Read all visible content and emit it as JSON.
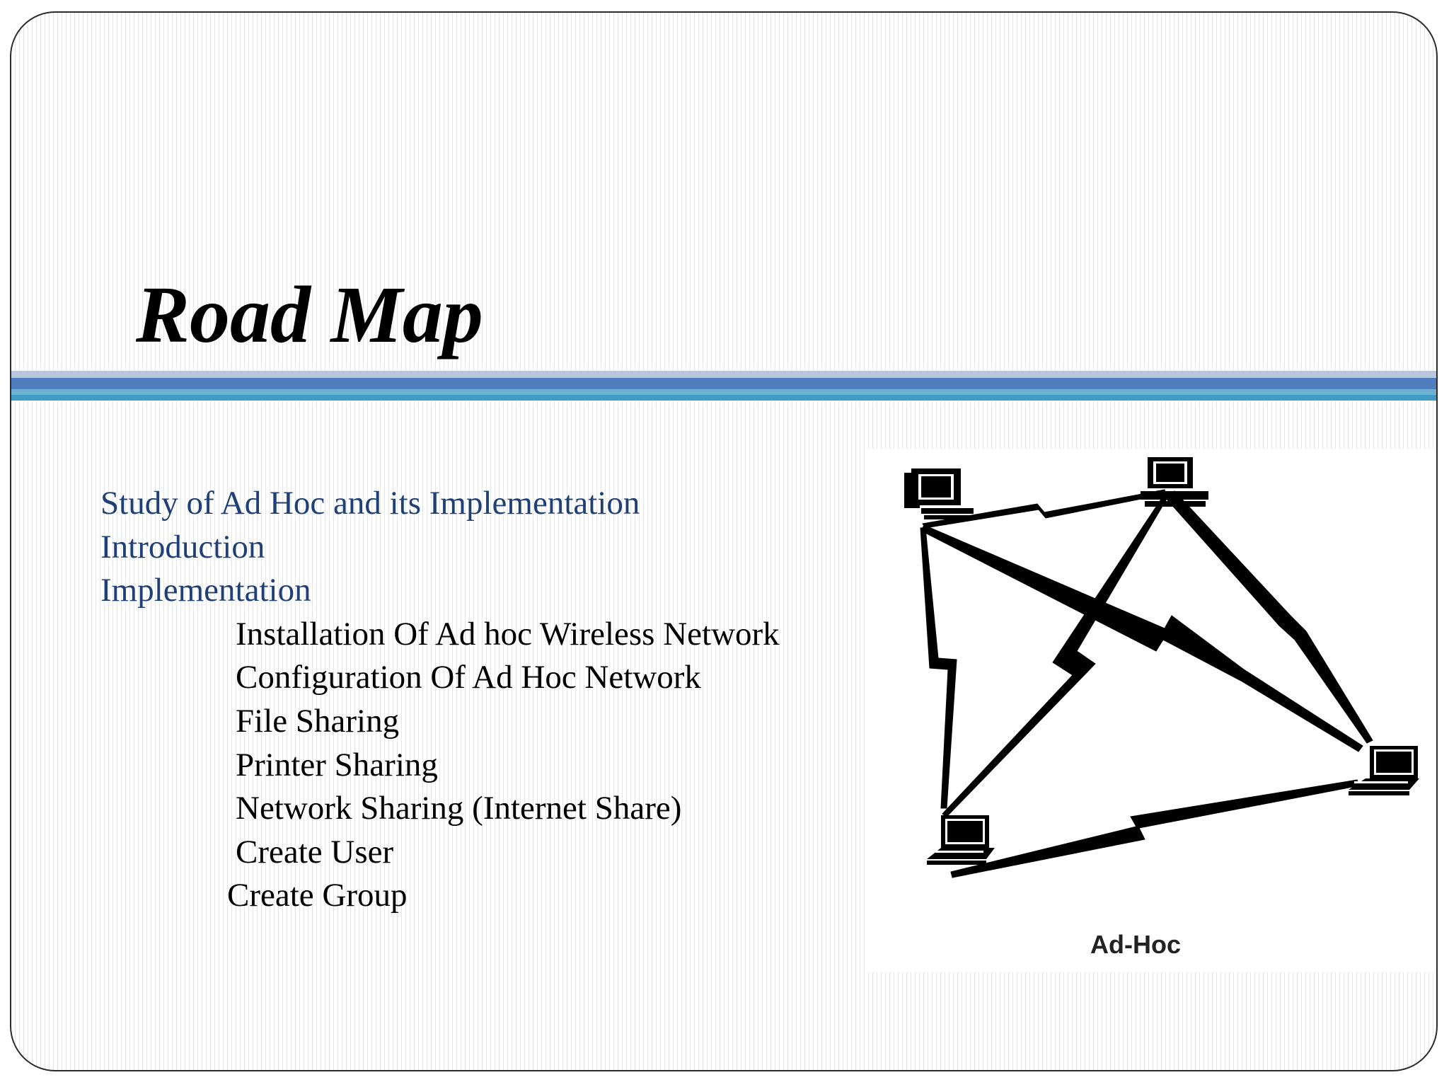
{
  "slide": {
    "title": "Road Map",
    "items": [
      {
        "text": "Study of Ad Hoc and its Implementation",
        "level": 1
      },
      {
        "text": "Introduction",
        "level": 1
      },
      {
        "text": "Implementation",
        "level": 1
      },
      {
        "text": "Installation Of Ad hoc Wireless Network",
        "level": 2
      },
      {
        "text": "Configuration Of Ad Hoc Network",
        "level": 2
      },
      {
        "text": "File Sharing",
        "level": 2
      },
      {
        "text": "Printer Sharing",
        "level": 2
      },
      {
        "text": "Network Sharing (Internet Share)",
        "level": 2
      },
      {
        "text": "Create User",
        "level": 2
      },
      {
        "text": "Create Group",
        "level": 2
      }
    ],
    "figure": {
      "caption": "Ad-Hoc",
      "icons": [
        "desktop-computer-icon",
        "desktop-computer-icon",
        "laptop-icon",
        "laptop-icon"
      ]
    }
  },
  "colors": {
    "heading_level1": "#1f3f77",
    "band_dark": "#4f7dbd",
    "band_light": "#6fb1d3"
  }
}
